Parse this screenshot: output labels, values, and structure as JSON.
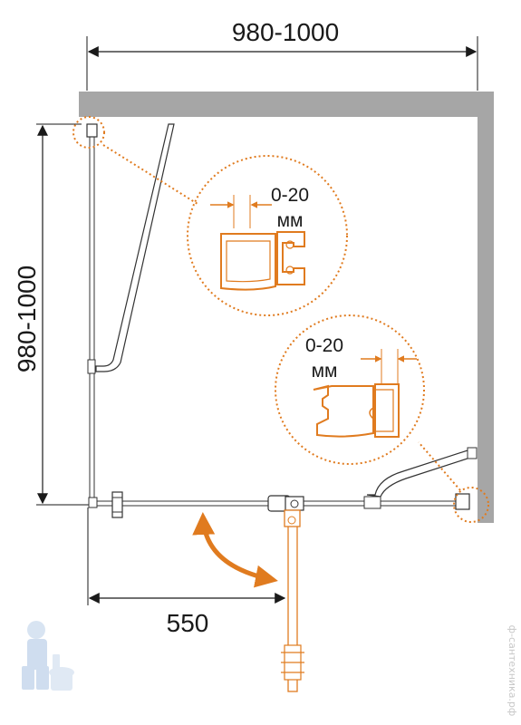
{
  "dimensions": {
    "top_width": "980-1000",
    "left_depth": "980-1000",
    "door_offset": "550"
  },
  "details": {
    "detail_1": {
      "range": "0-20",
      "unit": "мм"
    },
    "detail_2": {
      "range": "0-20",
      "unit": "мм"
    }
  },
  "watermark": {
    "text": "ф-сантехника.рф"
  },
  "colors": {
    "wall": "#a6a6a6",
    "accent": "#e07b1f",
    "line": "#333333"
  }
}
